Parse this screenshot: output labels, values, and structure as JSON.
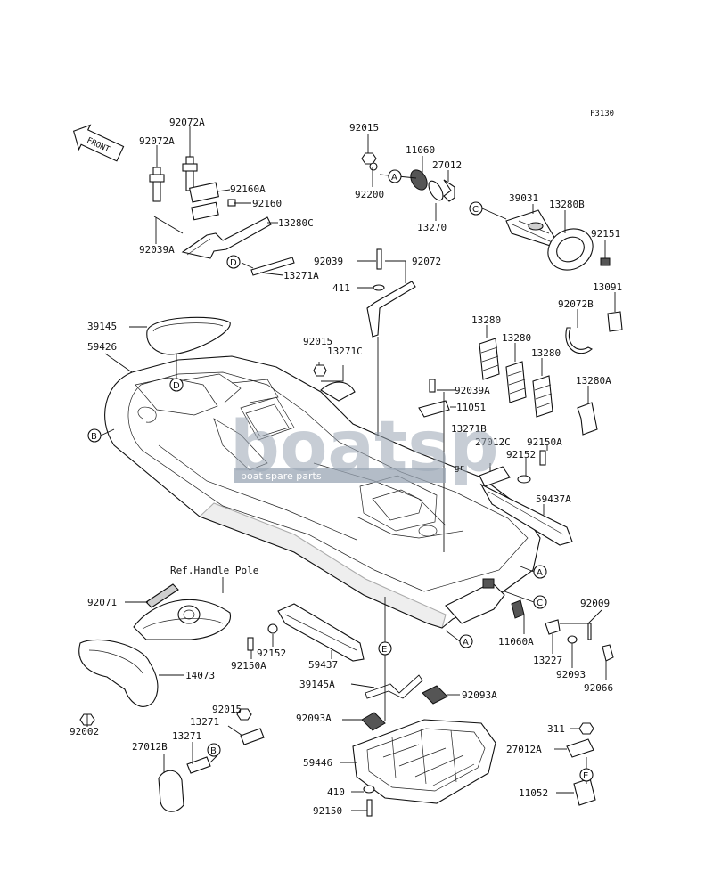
{
  "diagram_code": "F3130",
  "front_label": "FRONT",
  "ref_label": "Ref.Handle Pole",
  "watermark": {
    "brand": "boatsp",
    "suffix": "gr",
    "tagline": "boat spare parts"
  },
  "callouts": {
    "c92072A": "92072A",
    "c92072A_2": "92072A",
    "c92160A": "92160A",
    "c92160": "92160",
    "c13280C": "13280C",
    "c92039A": "92039A",
    "c13271A": "13271A",
    "c92015": "92015",
    "c92200": "92200",
    "c11060": "11060",
    "c27012": "27012",
    "c13270": "13270",
    "c39031": "39031",
    "c13280B": "13280B",
    "c92151": "92151",
    "c92039": "92039",
    "c92072": "92072",
    "c411": "411",
    "c13091": "13091",
    "c92072B": "92072B",
    "c39145": "39145",
    "c59426": "59426",
    "c92015_b": "92015",
    "c13271C": "13271C",
    "c13280_1": "13280",
    "c13280_2": "13280",
    "c13280_3": "13280",
    "c13280A": "13280A",
    "c92039A_b": "92039A",
    "c11051": "11051",
    "c13271B": "13271B",
    "c27012C": "27012C",
    "c92150A": "92150A",
    "c92152": "92152",
    "c59437A": "59437A",
    "c92071": "92071",
    "c92009": "92009",
    "c11060A": "11060A",
    "c13227": "13227",
    "c92093": "92093",
    "c92066": "92066",
    "c92152_b": "92152",
    "c92150A_b": "92150A",
    "c59437": "59437",
    "c14073": "14073",
    "c39145A": "39145A",
    "c92093A": "92093A",
    "c92093A_b": "92093A",
    "c92002": "92002",
    "c92015_c": "92015",
    "c13271": "13271",
    "c13271_b": "13271",
    "c27012B": "27012B",
    "c59446": "59446",
    "c410": "410",
    "c92150": "92150",
    "c311": "311",
    "c27012A": "27012A",
    "c11052": "11052"
  },
  "markers": {
    "A": "A",
    "B": "B",
    "C": "C",
    "D": "D",
    "E": "E"
  }
}
